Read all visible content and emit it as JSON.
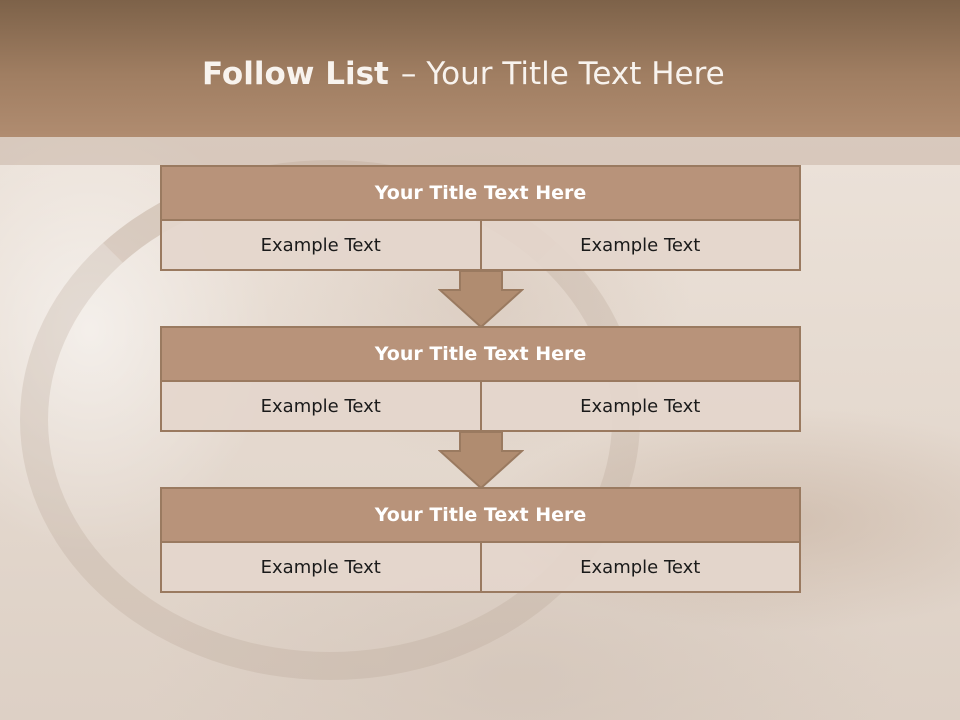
{
  "slide": {
    "title_bold": "Follow List",
    "title_dash": "–",
    "title_rest": "Your Title Text Here"
  },
  "blocks": [
    {
      "title": "Your Title Text Here",
      "left": "Example Text",
      "right": "Example Text"
    },
    {
      "title": "Your Title Text Here",
      "left": "Example Text",
      "right": "Example Text"
    },
    {
      "title": "Your Title Text Here",
      "left": "Example Text",
      "right": "Example Text"
    }
  ],
  "colors": {
    "header": "#a07e62",
    "block_title": "#b8937a",
    "block_border": "#9a7a60",
    "cell": "#e4d6cc"
  }
}
